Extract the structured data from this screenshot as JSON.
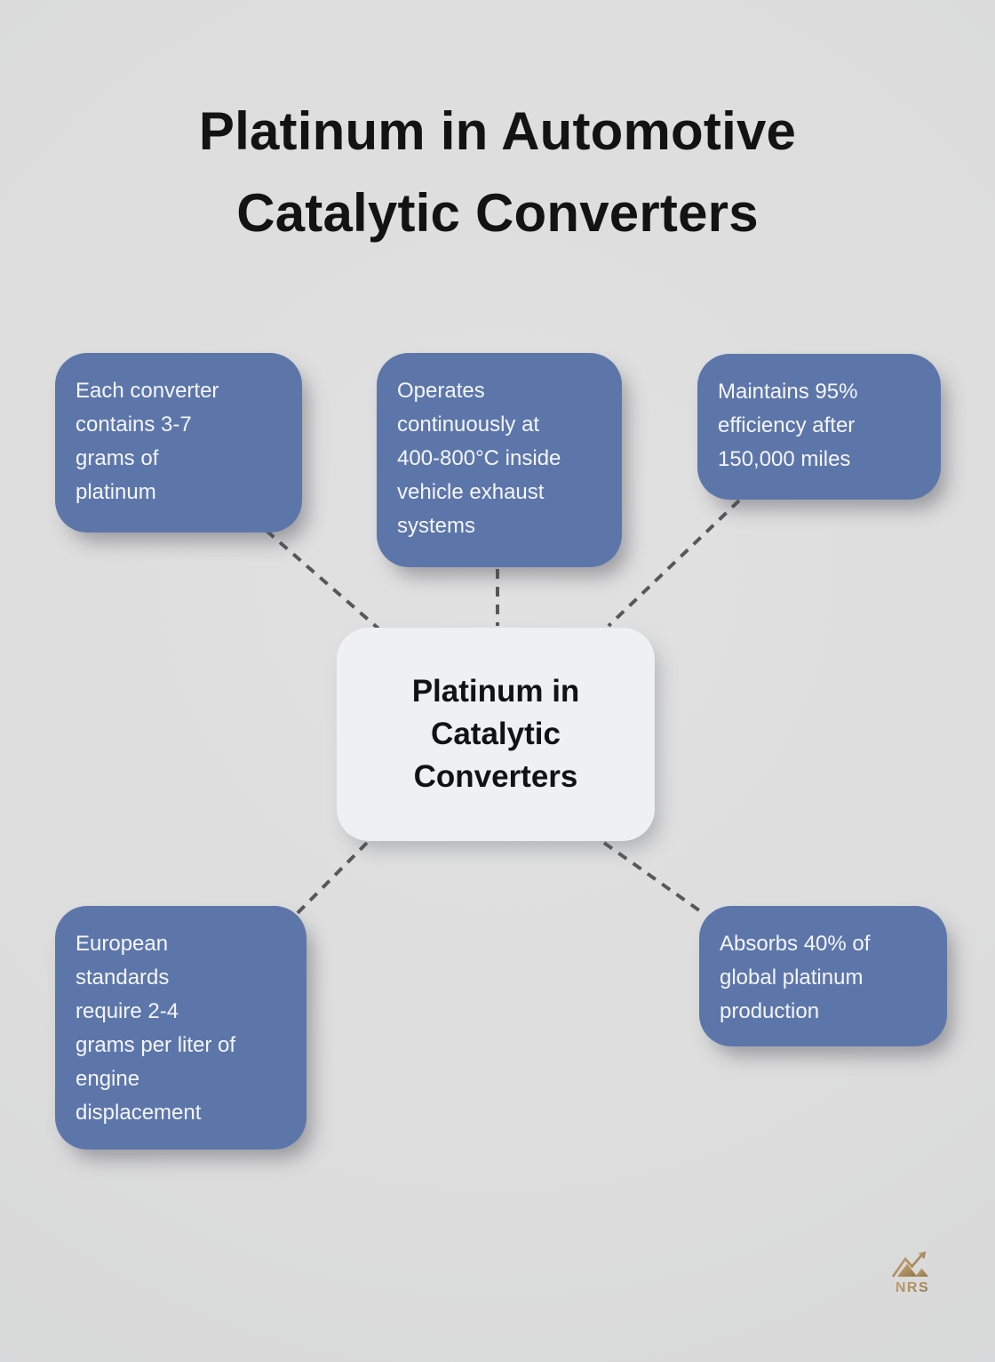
{
  "title": {
    "line1": "Platinum in Automotive",
    "line2": "Catalytic Converters"
  },
  "center_node": {
    "text": "Platinum in\nCatalytic\nConverters"
  },
  "nodes": {
    "top_left": {
      "text": "Each converter\ncontains 3-7\ngrams of\nplatinum"
    },
    "top_center": {
      "text": "Operates\ncontinuously at\n400-800°C inside\nvehicle exhaust\nsystems"
    },
    "top_right": {
      "text": "Maintains 95%\nefficiency after\n150,000 miles"
    },
    "bottom_left": {
      "text": "European\nstandards\nrequire 2-4\ngrams per liter of\nengine\ndisplacement"
    },
    "bottom_right": {
      "text": "Absorbs 40% of\nglobal platinum\nproduction"
    }
  },
  "logo": {
    "text": "NRS"
  },
  "colors": {
    "background": "#dedede",
    "node_fill": "#5d76aa",
    "node_text": "#f4f6f9",
    "center_fill": "#eff0f2",
    "center_text": "#121212",
    "title_text": "#131313",
    "connector": "#57585a",
    "logo_gold": "#b2925f"
  }
}
